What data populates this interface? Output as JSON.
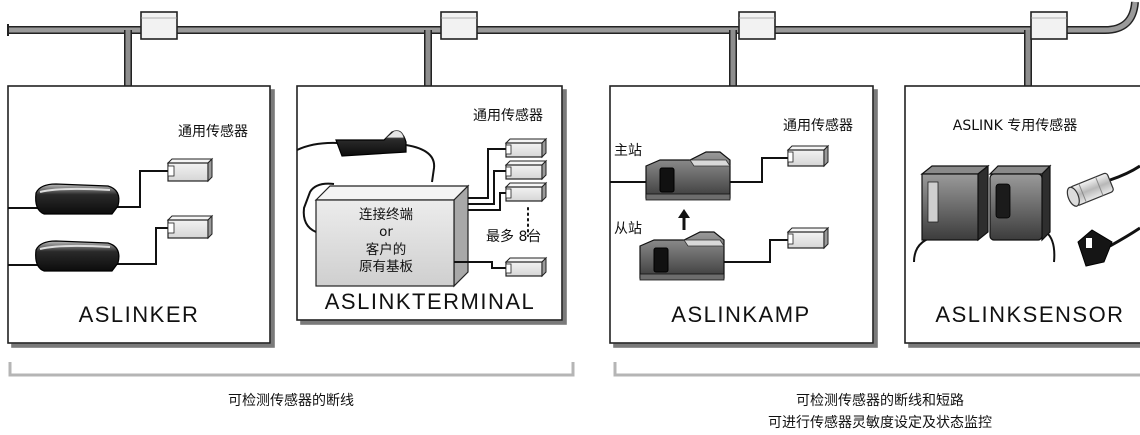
{
  "panels": [
    {
      "title": "ASLINKER",
      "sensor_label": "通用传感器"
    },
    {
      "title": "ASLINKTERMINAL",
      "sensor_label": "通用传感器",
      "box_text": [
        "连接终端",
        "or",
        "客户的",
        "原有基板"
      ],
      "max_label": "最多 8台"
    },
    {
      "title": "ASLINKAMP",
      "sensor_label": "通用传感器",
      "master_label": "主站",
      "slave_label": "从站"
    },
    {
      "title": "ASLINKSENSOR",
      "sensor_label": "ASLINK 专用传感器"
    }
  ],
  "brackets": [
    {
      "caption_lines": [
        "可检测传感器的断线"
      ]
    },
    {
      "caption_lines": [
        "可检测传感器的断线和短路",
        "可进行传感器灵敏度设定及状态监控"
      ]
    }
  ]
}
